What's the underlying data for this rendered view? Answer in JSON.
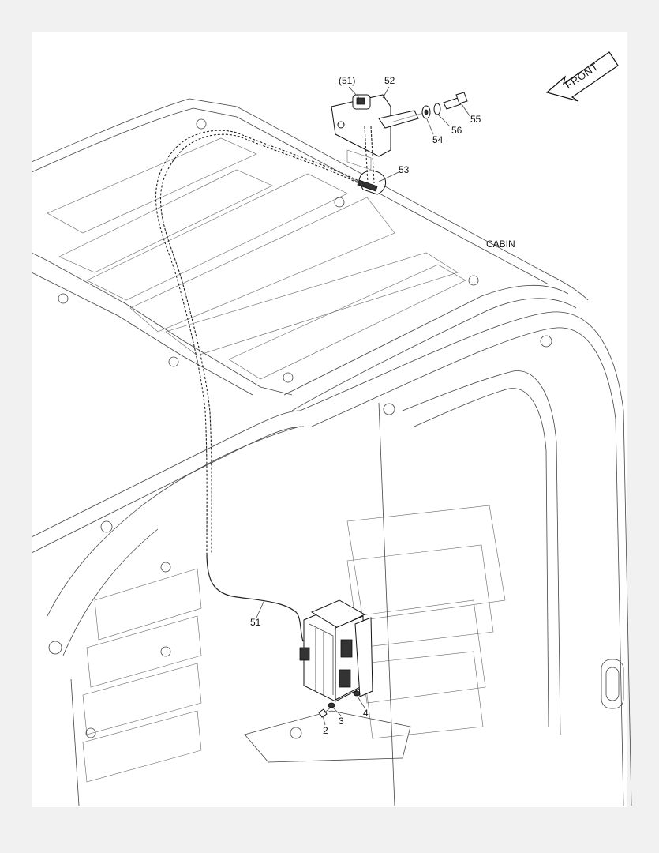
{
  "diagram": {
    "front_label": "FRONT",
    "assembly_label": "CABIN",
    "callouts": [
      {
        "id": "c51p",
        "text": "(51)"
      },
      {
        "id": "c52",
        "text": "52"
      },
      {
        "id": "c53",
        "text": "53"
      },
      {
        "id": "c54",
        "text": "54"
      },
      {
        "id": "c55",
        "text": "55"
      },
      {
        "id": "c56",
        "text": "56"
      },
      {
        "id": "c51",
        "text": "51"
      },
      {
        "id": "c2",
        "text": "2"
      },
      {
        "id": "c3",
        "text": "3"
      },
      {
        "id": "c4",
        "text": "4"
      }
    ]
  }
}
